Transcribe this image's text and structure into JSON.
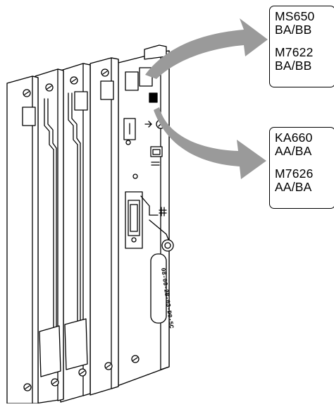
{
  "callouts": {
    "top": {
      "lines": [
        "MS650",
        "BA/BB",
        "M7622",
        "BA/BB"
      ]
    },
    "bottom": {
      "lines": [
        "KA660",
        "AA/BA",
        "M7626",
        "AA/BA"
      ]
    }
  },
  "barcode_text": "08-00-2B-03-D0-5C",
  "colors": {
    "ink": "#000000",
    "arrow": "#9a9a9a",
    "paper": "#ffffff"
  }
}
